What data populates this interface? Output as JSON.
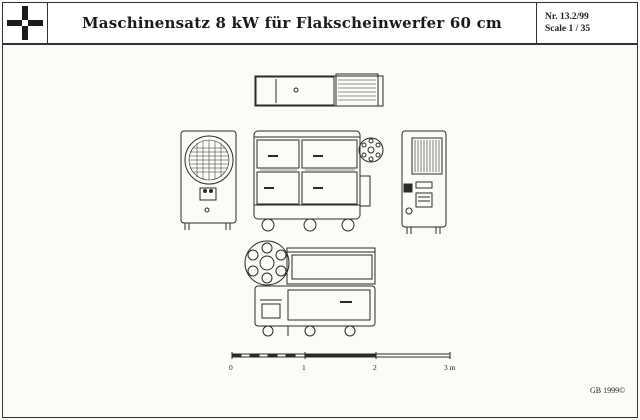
{
  "header": {
    "title": "Maschinensatz 8 kW für Flakscheinwerfer 60 cm",
    "number": "Nr. 13.2/99",
    "scale": "Scale 1 / 35"
  },
  "scale_bar": {
    "labels": [
      "0",
      "1",
      "2",
      "3 m"
    ]
  },
  "footer": {
    "copyright": "GB 1999©"
  },
  "colors": {
    "line": "#2a2a2a",
    "paper": "#fbfbf8"
  },
  "icons": {
    "logo": "balkenkreuz-icon"
  }
}
